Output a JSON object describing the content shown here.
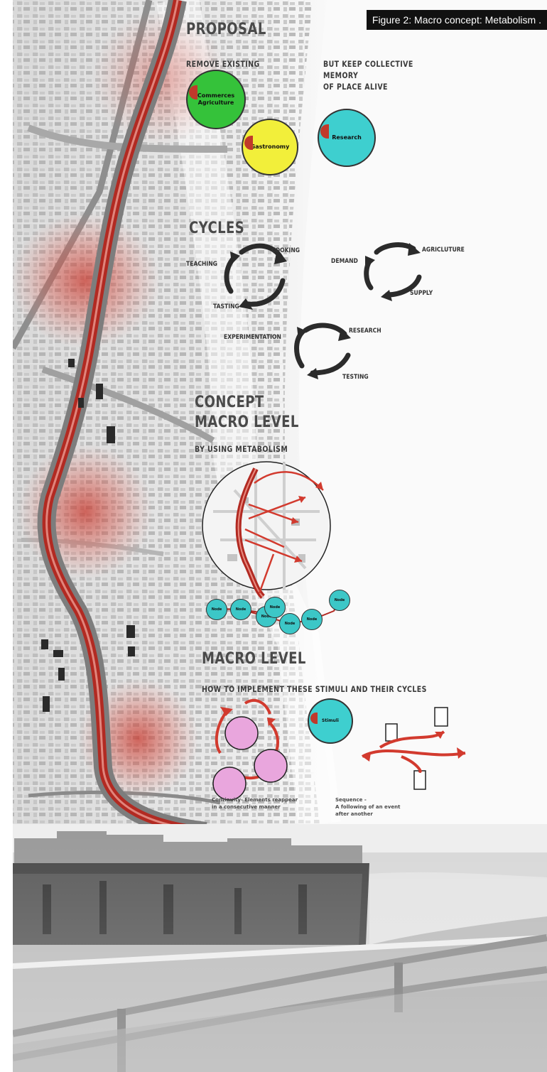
{
  "caption": "Figure 2: Macro concept: Metabolism .",
  "proposal": {
    "title": "PROPOSAL",
    "remove": "REMOVE EXISTING",
    "keep": [
      "BUT KEEP COLLECTIVE",
      "MEMORY",
      "OF PLACE ALIVE"
    ],
    "circles": [
      {
        "label": "Commerces Agriculture",
        "color": "#35c23a"
      },
      {
        "label": "Gastronomy",
        "color": "#f2ef3a"
      },
      {
        "label": "Research",
        "color": "#3ecfcf"
      }
    ]
  },
  "cycles": {
    "title": "CYCLES",
    "cycle1": [
      "TEACHING",
      "COOKING",
      "TASTING"
    ],
    "cycle2": [
      "DEMAND",
      "AGRICLUTURE",
      "SUPPLY"
    ],
    "cycle3": [
      "EXPERIMENTATION",
      "RESEARCH",
      "TESTING"
    ]
  },
  "concept": {
    "title1": "CONCEPT",
    "title2": "MACRO LEVEL",
    "sub": "BY USING METABOLISM",
    "nodes": [
      "Node",
      "Node",
      "Node",
      "Node",
      "Node",
      "Node",
      "Node"
    ]
  },
  "macro": {
    "title": "MACRO LEVEL",
    "sub": "HOW TO IMPLEMENT THESE STIMULI AND THEIR CYCLES",
    "stimuli_label": "Stimuli",
    "continuity": [
      "Continuity- Elements reappear",
      "in a consecutive manner"
    ],
    "sequence": [
      "Sequence -",
      "A following of an event",
      "after another"
    ]
  },
  "colors": {
    "river": "#b22a22",
    "accent_red": "#d23a2e",
    "map_gray": "#9a9a9a",
    "text": "#4a4a4a"
  }
}
